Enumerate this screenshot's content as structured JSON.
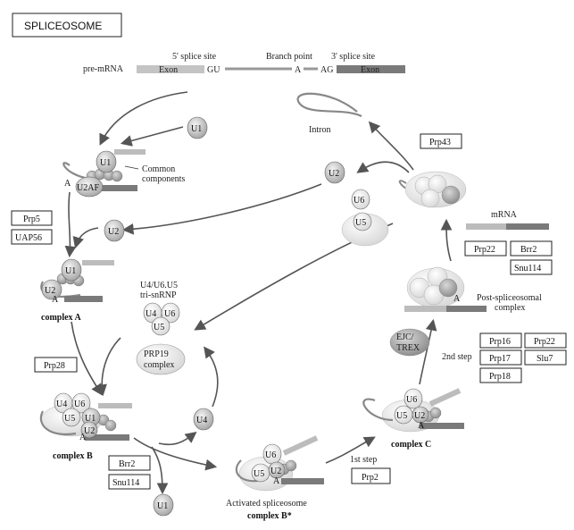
{
  "title": "SPLICEOSOME",
  "premrna": {
    "label": "pre-mRNA",
    "exon_left": "Exon",
    "gu": "GU",
    "a": "A",
    "ag": "AG",
    "exon_right": "Exon",
    "site5": "5' splice site",
    "branch": "Branch point",
    "site3": "3' splice site"
  },
  "snrnp": {
    "u1": "U1",
    "u2": "U2",
    "u2af": "U2AF",
    "u4": "U4",
    "u5": "U5",
    "u6": "U6",
    "a": "A"
  },
  "labels": {
    "common_components_1": "Common",
    "common_components_2": "components",
    "intron": "Intron",
    "mrna": "mRNA",
    "tri_1": "U4/U6.U5",
    "tri_2": "tri-snRNP",
    "prp19_1": "PRP19",
    "prp19_2": "complex",
    "complex_a": "complex A",
    "complex_b": "complex B",
    "complex_c": "complex C",
    "activated_1": "Activated spliceosome",
    "activated_2": "complex B*",
    "post_1": "Post-spliceosomal",
    "post_2": "complex",
    "ejc_1": "EJC/",
    "ejc_2": "TREX",
    "step1": "1st step",
    "step2": "2nd step"
  },
  "boxes": {
    "prp5": "Prp5",
    "uap56": "UAP56",
    "prp28": "Prp28",
    "brr2_b": "Brr2",
    "snu114_b": "Snu114",
    "prp2": "Prp2",
    "prp16": "Prp16",
    "prp22_c": "Prp22",
    "prp17": "Prp17",
    "slu7": "Slu7",
    "prp18": "Prp18",
    "prp22_m": "Prp22",
    "brr2_m": "Brr2",
    "snu114_m": "Snu114",
    "prp43": "Prp43"
  }
}
